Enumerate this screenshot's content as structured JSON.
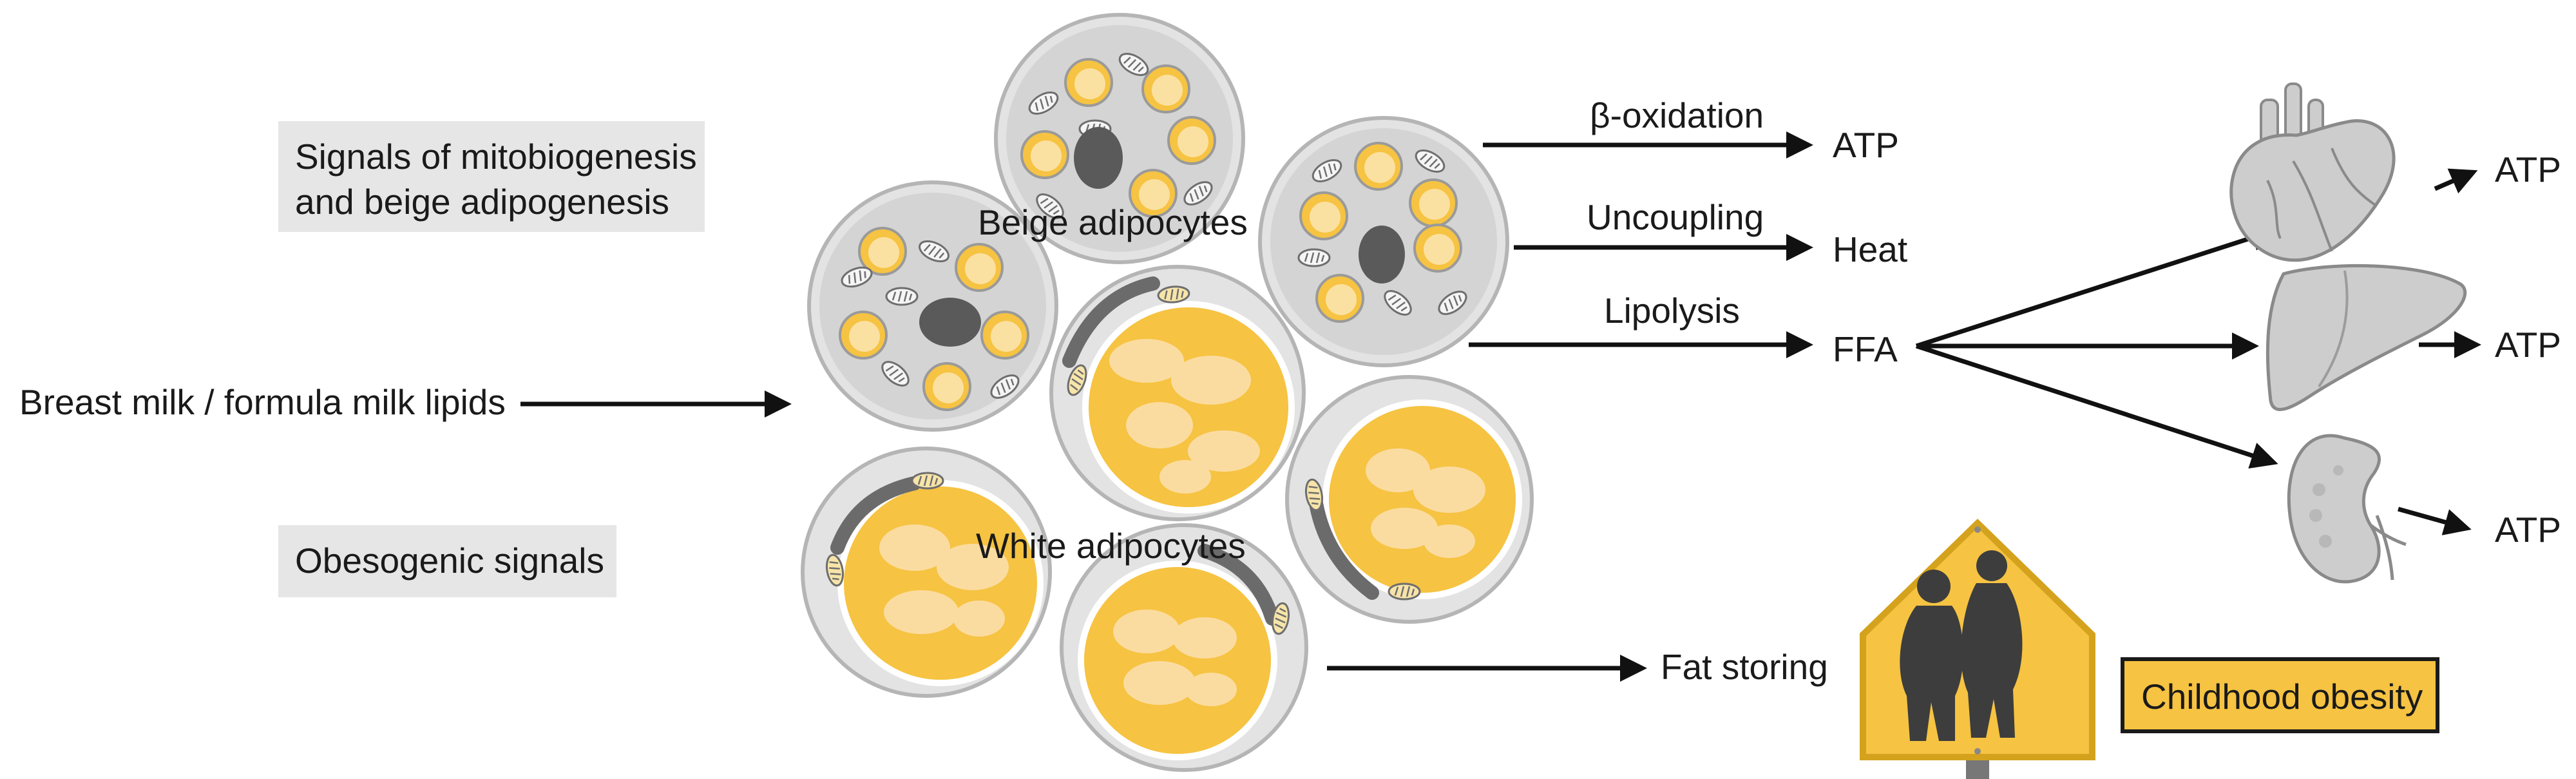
{
  "signals_beige": {
    "line1": "Signals of mitobiogenesis",
    "line2": "and beige adipogenesis"
  },
  "signals_obesogenic": "Obesogenic signals",
  "input_label": "Breast milk / formula milk lipids",
  "cell_labels": {
    "beige": "Beige adipocytes",
    "white": "White adipocytes"
  },
  "pathways": [
    {
      "process": "β-oxidation",
      "product": "ATP"
    },
    {
      "process": "Uncoupling",
      "product": "Heat"
    },
    {
      "process": "Lipolysis",
      "product": "FFA"
    }
  ],
  "organs": [
    {
      "icon": "heart-icon",
      "product": "ATP"
    },
    {
      "icon": "liver-icon",
      "product": "ATP"
    },
    {
      "icon": "kidney-icon",
      "product": "ATP"
    }
  ],
  "fat_storing": "Fat storing",
  "outcome": "Childhood obesity",
  "colors": {
    "fat_yellow": "#f6c342",
    "cell_grey": "#d4d4d4",
    "nucleus": "#5a5a5a",
    "sign_dark": "#3d3d3d",
    "organ_grey": "#c8c8c8",
    "label_bg": "#e6e6e6"
  }
}
